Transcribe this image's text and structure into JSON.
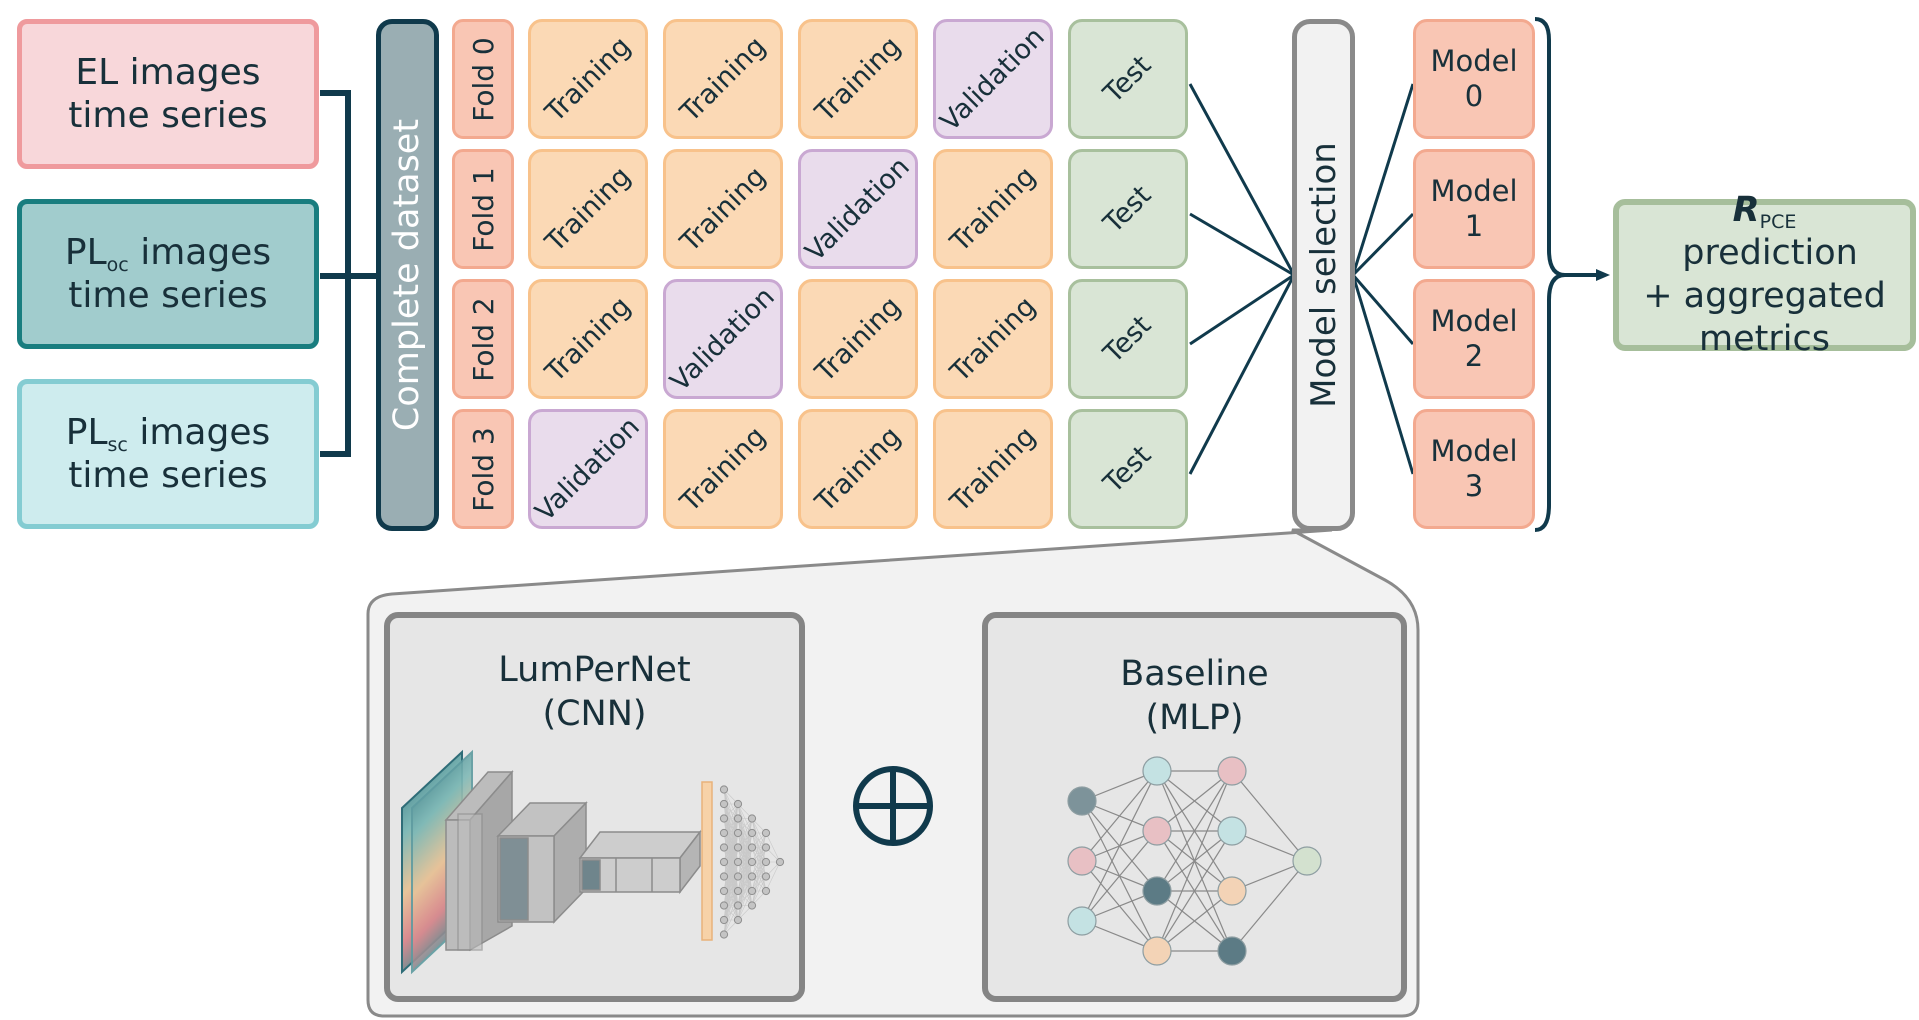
{
  "inputs": {
    "el": {
      "line1": "EL images",
      "line2": "time series"
    },
    "pl_oc": {
      "prefix": "PL",
      "sub": "oc",
      "suffix": " images",
      "line2": "time series"
    },
    "pl_sc": {
      "prefix": "PL",
      "sub": "sc",
      "suffix": " images",
      "line2": "time series"
    }
  },
  "dataset_label": "Complete dataset",
  "folds": [
    {
      "label": "Fold 0",
      "cells": [
        "Training",
        "Training",
        "Training",
        "Validation",
        "Test"
      ]
    },
    {
      "label": "Fold 1",
      "cells": [
        "Training",
        "Training",
        "Validation",
        "Training",
        "Test"
      ]
    },
    {
      "label": "Fold 2",
      "cells": [
        "Training",
        "Validation",
        "Training",
        "Training",
        "Test"
      ]
    },
    {
      "label": "Fold 3",
      "cells": [
        "Validation",
        "Training",
        "Training",
        "Training",
        "Test"
      ]
    }
  ],
  "selection_label": "Model selection",
  "models": [
    {
      "word": "Model",
      "num": "0"
    },
    {
      "word": "Model",
      "num": "1"
    },
    {
      "word": "Model",
      "num": "2"
    },
    {
      "word": "Model",
      "num": "3"
    }
  ],
  "output": {
    "symbol": "R",
    "sub": "PCE",
    "line1_rest": " prediction",
    "line2": "+ aggregated",
    "line3": "metrics"
  },
  "cnn": {
    "title1": "LumPerNet",
    "title2": "(CNN)"
  },
  "mlp": {
    "title1": "Baseline",
    "title2": "(MLP)",
    "input_colors": [
      "#7d939a",
      "#e8c0c4",
      "#c4e2e3"
    ],
    "hidden1_colors": [
      "#c4e2e3",
      "#e8c0c4",
      "#5c7b85",
      "#f3d3b6"
    ],
    "hidden2_colors": [
      "#e8c0c4",
      "#c4e2e3",
      "#f3d3b6",
      "#5c7b85"
    ],
    "output_color": "#d3e1cf"
  },
  "colors": {
    "dark_teal": "#103a4c",
    "training": "#fbd9b5",
    "validation": "#e9dcec",
    "test": "#d9e5d5",
    "fold": "#f9c6b4"
  }
}
